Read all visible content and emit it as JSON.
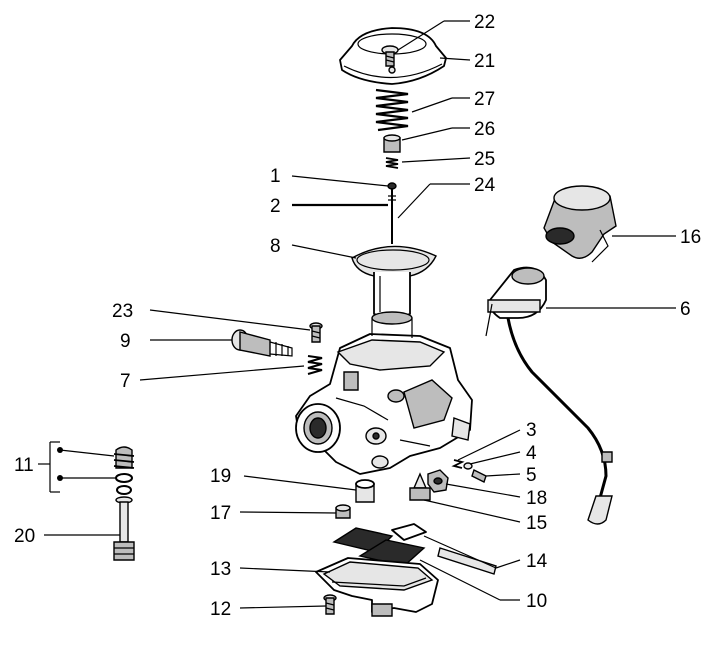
{
  "diagram": {
    "callouts": {
      "c1": "1",
      "c2": "2",
      "c3": "3",
      "c4": "4",
      "c5": "5",
      "c6": "6",
      "c7": "7",
      "c8": "8",
      "c9": "9",
      "c10": "10",
      "c11": "11",
      "c12": "12",
      "c13": "13",
      "c14": "14",
      "c15": "15",
      "c16": "16",
      "c17": "17",
      "c18": "18",
      "c19": "19",
      "c20": "20",
      "c21": "21",
      "c22": "22",
      "c23": "23",
      "c24": "24",
      "c25": "25",
      "c26": "26",
      "c27": "27"
    }
  }
}
